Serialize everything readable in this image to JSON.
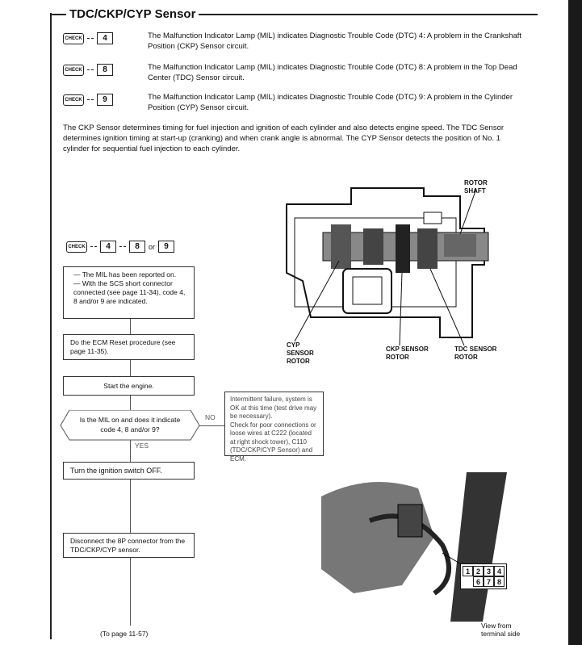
{
  "section_title": "TDC/CKP/CYP Sensor",
  "dtc_rows": [
    {
      "code": "4",
      "text": "The Malfunction Indicator Lamp (MIL) indicates Diagnostic Trouble Code (DTC) 4: A problem in the Crankshaft Position (CKP) Sensor circuit."
    },
    {
      "code": "8",
      "text": "The Malfunction Indicator Lamp (MIL) indicates Diagnostic Trouble Code (DTC) 8: A problem in the Top Dead Center (TDC) Sensor circuit."
    },
    {
      "code": "9",
      "text": "The Malfunction Indicator Lamp (MIL) indicates Diagnostic Trouble Code (DTC) 9: A problem in the Cylinder Position (CYP) Sensor circuit."
    }
  ],
  "lamp_label": "CHECK",
  "description": "The CKP Sensor determines timing for fuel injection and ignition of each cylinder and also detects engine speed. The TDC Sensor determines ignition timing at start-up (cranking) and when crank angle is abnormal. The CYP Sensor detects the position of No. 1 cylinder for sequential fuel injection to each cylinder.",
  "flow": {
    "codes": [
      "4",
      "8",
      "9"
    ],
    "or": "or",
    "box1_lines": [
      "— The MIL has been reported on.",
      "— With the SCS short connector connected (see page 11-34), code 4, 8 and/or 9 are indicated."
    ],
    "box2": "Do the ECM Reset procedure (see page 11-35).",
    "box3": "Start the engine.",
    "decision": "Is the MIL on and does it indicate code 4, 8 and/or 9?",
    "no": "NO",
    "yes": "YES",
    "no_box_1": "Intermittent failure, system is OK at this time (test drive may be necessary).",
    "no_box_2": "Check for poor connections or loose wires at C222 (located at right shock tower), C110 (TDC/CKP/CYP Sensor) and ECM.",
    "box4": "Turn the ignition switch OFF.",
    "box5": "Disconnect the 8P connector from the TDC/CKP/CYP sensor.",
    "to_page": "(To page 11-57)"
  },
  "diagram": {
    "rotor_shaft": "ROTOR SHAFT",
    "cyp": "CYP SENSOR ROTOR",
    "ckp": "CKP SENSOR ROTOR",
    "tdc": "TDC SENSOR ROTOR"
  },
  "connector": {
    "top": [
      "1",
      "2",
      "3",
      "4"
    ],
    "bottom": [
      "6",
      "7",
      "8"
    ],
    "caption": "View from terminal side"
  }
}
